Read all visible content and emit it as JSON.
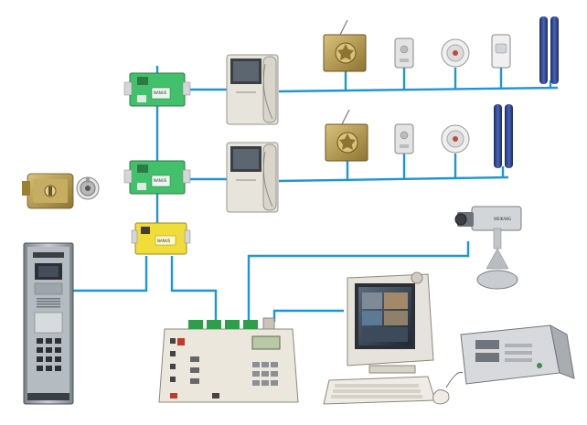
{
  "colors": {
    "wire": "#1e96d6",
    "module_green": "#43c06b",
    "module_yellow": "#f1dd3a",
    "panel_metal": "#a9b0b6",
    "lock_brass": "#b89a4a",
    "monitor_body": "#e7e4dc",
    "background": "#ffffff"
  },
  "labels": {
    "module_brand": "NANUS",
    "camera_brand": "WEIKANG"
  },
  "devices": [
    {
      "id": "door-lock",
      "kind": "electric-lock-icon"
    },
    {
      "id": "key-switch",
      "kind": "key-switch-icon"
    },
    {
      "id": "outdoor-panel",
      "kind": "door-entry-panel-icon"
    },
    {
      "id": "distributor-1",
      "kind": "green-distributor-module-icon"
    },
    {
      "id": "distributor-2",
      "kind": "green-distributor-module-icon"
    },
    {
      "id": "power-module",
      "kind": "yellow-power-module-icon"
    },
    {
      "id": "video-monitor-1",
      "kind": "video-intercom-monitor-icon"
    },
    {
      "id": "video-monitor-2",
      "kind": "video-intercom-monitor-icon"
    },
    {
      "id": "gas-valve-1",
      "kind": "wireless-alarm-box-icon"
    },
    {
      "id": "gas-valve-2",
      "kind": "wireless-alarm-box-icon"
    },
    {
      "id": "gas-detector-1",
      "kind": "gas-detector-icon"
    },
    {
      "id": "gas-detector-2",
      "kind": "gas-detector-icon"
    },
    {
      "id": "smoke-detector-1",
      "kind": "smoke-detector-icon"
    },
    {
      "id": "smoke-detector-2",
      "kind": "smoke-detector-icon"
    },
    {
      "id": "pir-sensor",
      "kind": "pir-sensor-icon"
    },
    {
      "id": "ir-beam-1",
      "kind": "infrared-beam-icon"
    },
    {
      "id": "ir-beam-2",
      "kind": "infrared-beam-icon"
    },
    {
      "id": "management-console",
      "kind": "management-console-icon"
    },
    {
      "id": "cctv-camera",
      "kind": "cctv-camera-icon"
    },
    {
      "id": "pc-monitor",
      "kind": "crt-monitor-icon"
    },
    {
      "id": "keyboard",
      "kind": "keyboard-icon"
    },
    {
      "id": "mouse",
      "kind": "mouse-icon"
    },
    {
      "id": "rack-server",
      "kind": "rack-server-icon"
    }
  ]
}
